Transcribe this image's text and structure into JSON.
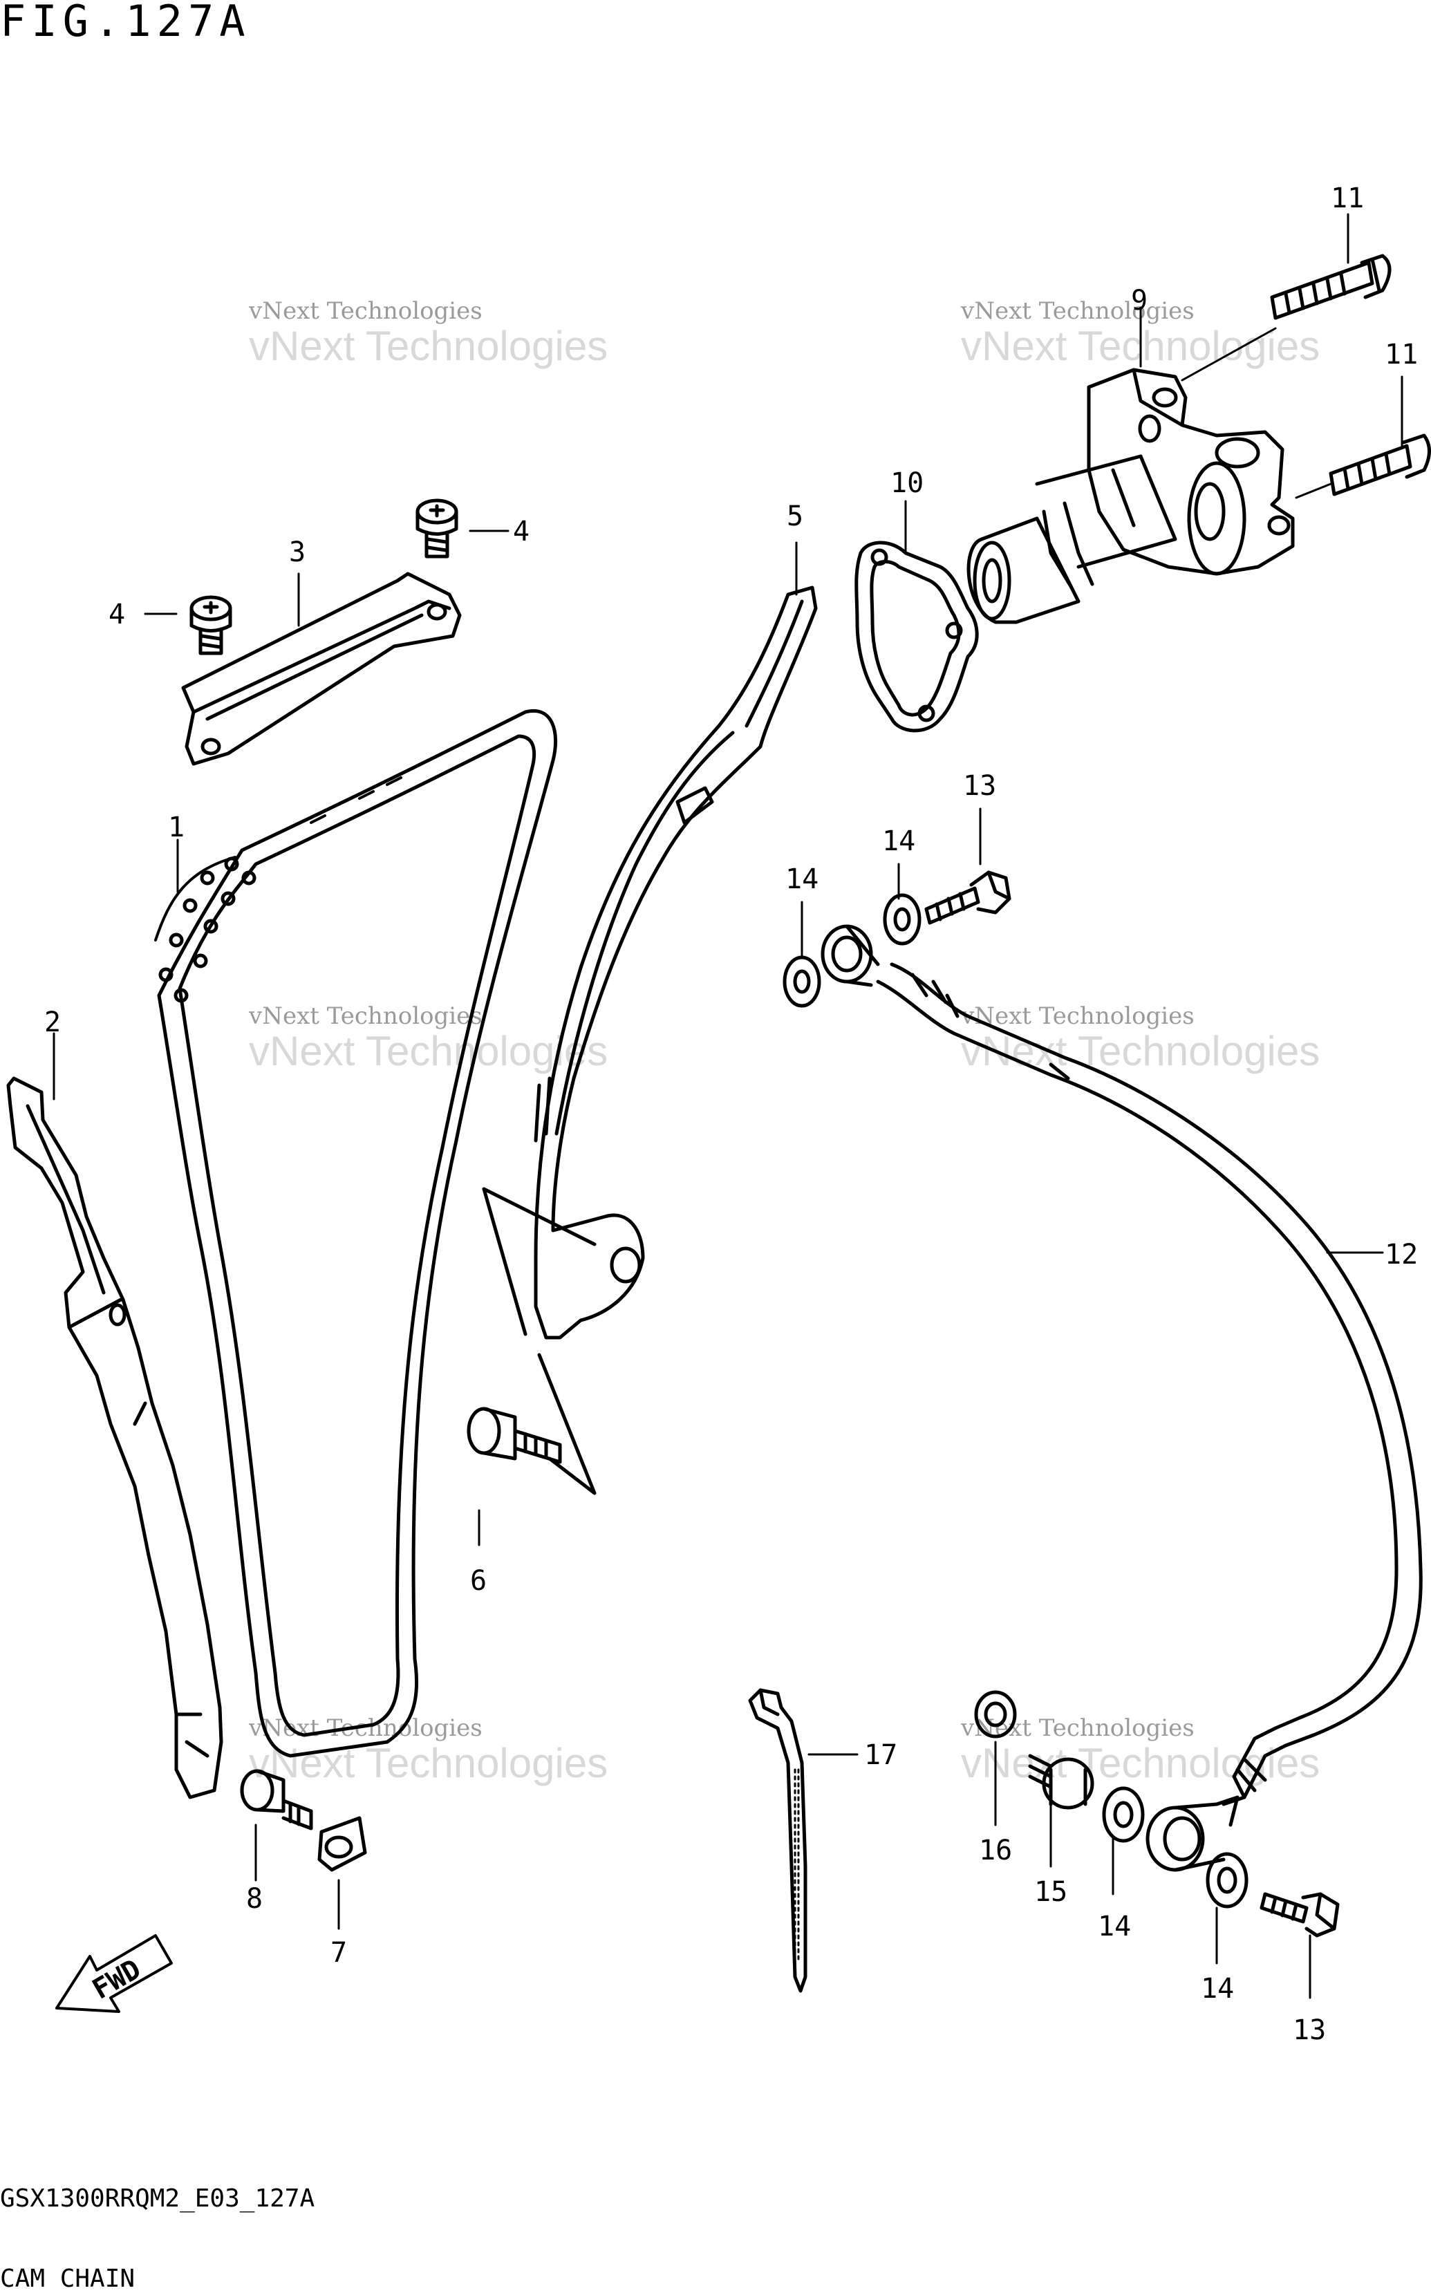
{
  "figure": {
    "title": "FIG.127A",
    "code": "GSX1300RRQM2_E03_127A",
    "name": "CAM CHAIN"
  },
  "watermark": {
    "line1": "vNext Technologies",
    "line2": "vNext Technologies"
  },
  "callouts": [
    "1",
    "2",
    "3",
    "4",
    "4",
    "5",
    "6",
    "7",
    "8",
    "9",
    "10",
    "11",
    "11",
    "12",
    "13",
    "13",
    "14",
    "14",
    "14",
    "14",
    "15",
    "16",
    "17"
  ],
  "fwd_label": "FWD"
}
